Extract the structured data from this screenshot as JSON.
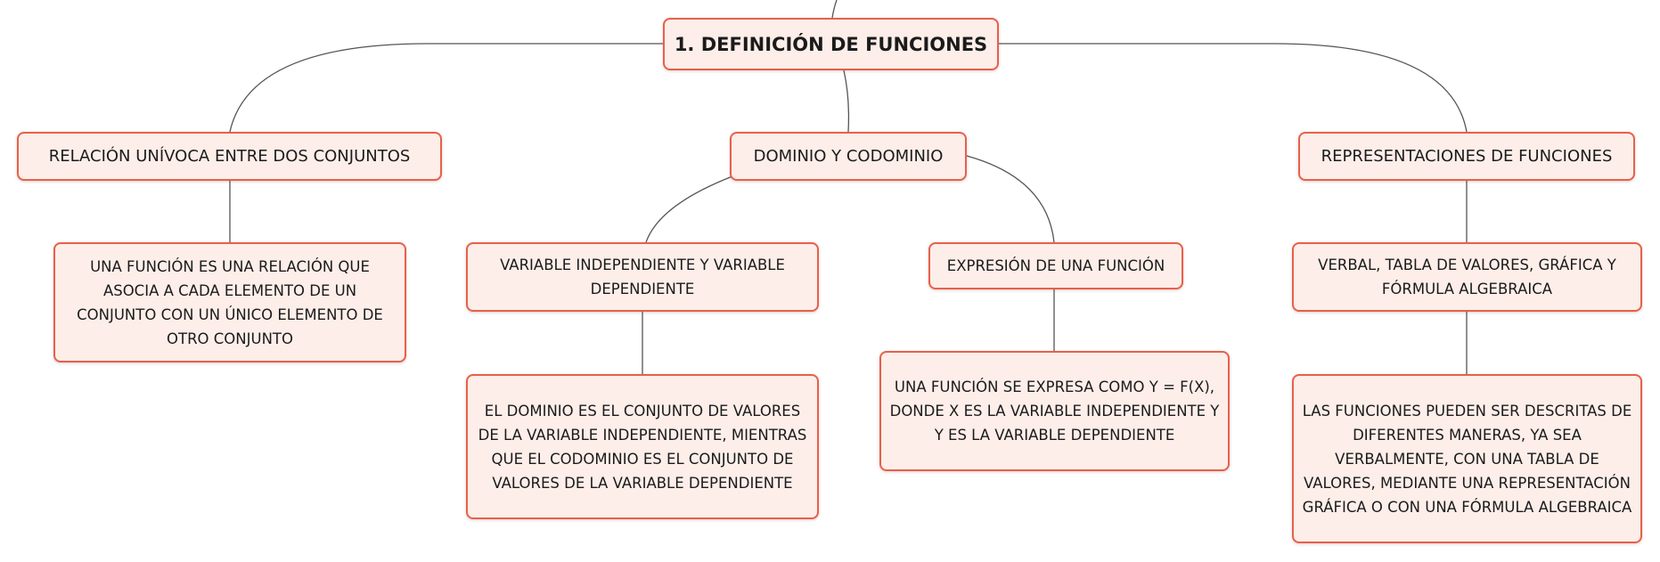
{
  "colors": {
    "node_border": "#e8604a",
    "node_fill": "#fdeee9",
    "connector": "#555555",
    "text": "#1b1b1b"
  },
  "root": {
    "label": "1. DEFINICIÓN DE FUNCIONES"
  },
  "branches": [
    {
      "label": "RELACIÓN UNÍVOCA ENTRE DOS CONJUNTOS",
      "children": [
        {
          "label": "UNA FUNCIÓN ES UNA RELACIÓN QUE ASOCIA A CADA ELEMENTO DE UN CONJUNTO CON UN ÚNICO ELEMENTO DE OTRO CONJUNTO"
        }
      ]
    },
    {
      "label": "DOMINIO Y CODOMINIO",
      "children": [
        {
          "label": "VARIABLE INDEPENDIENTE Y VARIABLE DEPENDIENTE",
          "children": [
            {
              "label": "EL DOMINIO ES EL CONJUNTO DE VALORES DE LA VARIABLE INDEPENDIENTE, MIENTRAS QUE EL CODOMINIO ES EL CONJUNTO DE VALORES DE LA VARIABLE DEPENDIENTE"
            }
          ]
        },
        {
          "label": "EXPRESIÓN DE UNA FUNCIÓN",
          "children": [
            {
              "label": "UNA FUNCIÓN SE EXPRESA COMO Y = F(X), DONDE X ES LA VARIABLE INDEPENDIENTE Y Y ES LA VARIABLE DEPENDIENTE"
            }
          ]
        }
      ]
    },
    {
      "label": "REPRESENTACIONES DE FUNCIONES",
      "children": [
        {
          "label": "VERBAL, TABLA DE VALORES, GRÁFICA Y FÓRMULA ALGEBRAICA",
          "children": [
            {
              "label": "LAS FUNCIONES PUEDEN SER DESCRITAS DE DIFERENTES MANERAS, YA SEA VERBALMENTE, CON UNA TABLA DE VALORES, MEDIANTE UNA REPRESENTACIÓN GRÁFICA O CON UNA FÓRMULA ALGEBRAICA"
            }
          ]
        }
      ]
    }
  ]
}
